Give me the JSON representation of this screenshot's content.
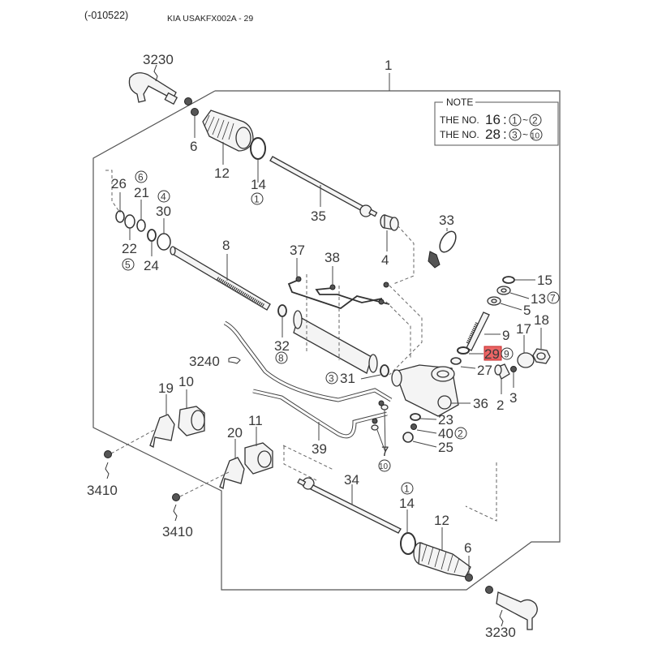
{
  "header": {
    "date_code": "(-010522)",
    "catalog_ref": "KIA USAKFX002A - 29"
  },
  "note": {
    "title": "NOTE",
    "lines": [
      {
        "prefix": "THE NO.",
        "number": "16",
        "sep": ":",
        "from": "1",
        "tilde": "~",
        "to": "2"
      },
      {
        "prefix": "THE NO.",
        "number": "28",
        "sep": ":",
        "from": "3",
        "tilde": "~",
        "to": "10"
      }
    ]
  },
  "highlight_color": "#e84a4a",
  "highlighted_part": "29",
  "labels": {
    "p1": "1",
    "p2": "2",
    "p3": "3",
    "p4": "4",
    "p5": "5",
    "p6a": "6",
    "p6b": "6",
    "p7": "7",
    "p8": "8",
    "p9": "9",
    "p10": "10",
    "p11": "11",
    "p12a": "12",
    "p12b": "12",
    "p13": "13",
    "p14a": "14",
    "p14b": "14",
    "p15": "15",
    "p17": "17",
    "p18": "18",
    "p19": "19",
    "p20": "20",
    "p21": "21",
    "p22": "22",
    "p23": "23",
    "p24": "24",
    "p25": "25",
    "p26": "26",
    "p27": "27",
    "p29": "29",
    "p30": "30",
    "p31": "31",
    "p32": "32",
    "p33": "33",
    "p34": "34",
    "p35": "35",
    "p36": "36",
    "p37": "37",
    "p38": "38",
    "p39": "39",
    "p40": "40",
    "p3230a": "3230",
    "p3230b": "3230",
    "p3240": "3240",
    "p3410a": "3410",
    "p3410b": "3410"
  },
  "circled": {
    "c14a": "1",
    "c14b": "1",
    "c21": "6",
    "c30": "4",
    "c22": "5",
    "c32": "8",
    "c31": "3",
    "c13": "7",
    "c29": "9",
    "c40": "2",
    "c7": "10"
  }
}
